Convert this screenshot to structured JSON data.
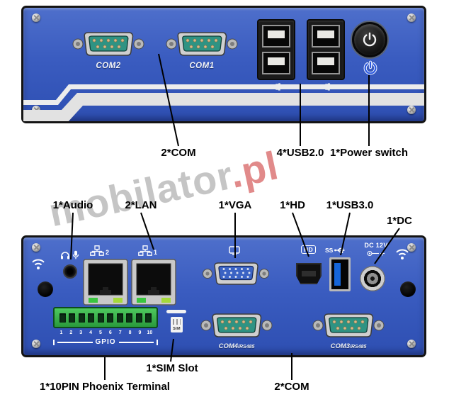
{
  "watermark": {
    "name": "mobilator",
    "tld": ".pl"
  },
  "front": {
    "com2": "COM2",
    "com1": "COM1",
    "callouts": {
      "com": "2*COM",
      "usb": "4*USB2.0",
      "power": "1*Power switch"
    }
  },
  "rear": {
    "callouts_top": {
      "audio": "1*Audio",
      "lan": "2*LAN",
      "vga": "1*VGA",
      "hd": "1*HD",
      "usb3": "1*USB3.0",
      "dc": "1*DC"
    },
    "lan2": "2",
    "lan1": "1",
    "hd_badge": "HD",
    "usb3_badge": "SS",
    "dc_label": "DC 12V",
    "gpio_pins": [
      "1",
      "2",
      "3",
      "4",
      "5",
      "6",
      "7",
      "8",
      "9",
      "10"
    ],
    "gpio_label": "GPIO",
    "sim_badge": "SIM",
    "com4": "COM4",
    "com3": "COM3",
    "rs485": "/RS485",
    "callouts_bottom": {
      "phoenix": "1*10PIN Phoenix Terminal",
      "sim": "1*SIM Slot",
      "com": "2*COM"
    }
  }
}
